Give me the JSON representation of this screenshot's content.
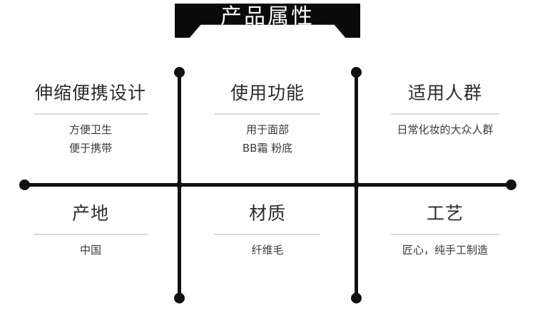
{
  "banner": {
    "title": "产品属性",
    "background": "#0a0a0a",
    "text_color": "#ffffff"
  },
  "theme": {
    "rail_color": "#111111",
    "rule_color": "#d9d9d9",
    "title_color": "#2b2b2b",
    "body_color": "#3a3a3a",
    "page_background": "#ffffff"
  },
  "cells": [
    {
      "title": "伸缩便携设计",
      "lines": [
        "方便卫生",
        "便于携带"
      ]
    },
    {
      "title": "使用功能",
      "lines": [
        "用于面部",
        "BB霜 粉底"
      ]
    },
    {
      "title": "适用人群",
      "lines": [
        "日常化妆的大众人群"
      ]
    },
    {
      "title": "产地",
      "lines": [
        "中国"
      ]
    },
    {
      "title": "材质",
      "lines": [
        "纤维毛"
      ]
    },
    {
      "title": "工艺",
      "lines": [
        "匠心，纯手工制造"
      ]
    }
  ]
}
